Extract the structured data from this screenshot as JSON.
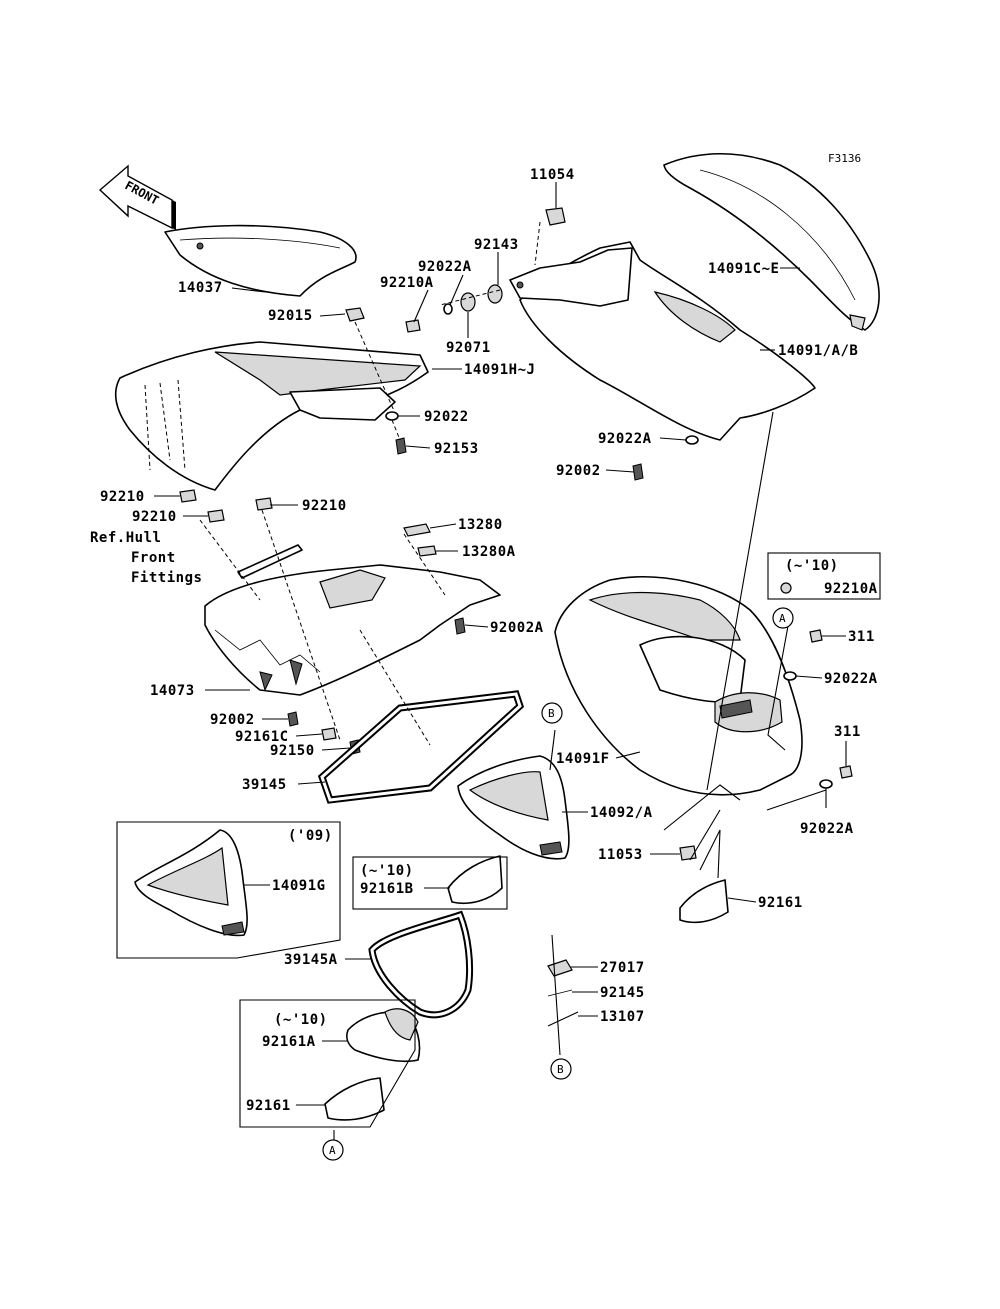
{
  "figure_code": "F3136",
  "front_arrow": "FRONT",
  "ref_note": [
    "Ref.Hull",
    "Front",
    "Fittings"
  ],
  "labels": {
    "l11054": "11054",
    "l92143": "92143",
    "l92022A_top": "92022A",
    "l92210A_top": "92210A",
    "l14091CE": "14091C~E",
    "l14037": "14037",
    "l92015": "92015",
    "l92071": "92071",
    "l14091AB": "14091/A/B",
    "l14091HJ": "14091H~J",
    "l92022_mid": "92022",
    "l92153": "92153",
    "l92022A_mid": "92022A",
    "l92002_mid": "92002",
    "l92210_a": "92210",
    "l92210_b": "92210",
    "l92210_c": "92210",
    "l13280": "13280",
    "l13280A": "13280A",
    "l92002A": "92002A",
    "l92210A_box": "92210A",
    "l311_a": "311",
    "l92022A_r1": "92022A",
    "l311_b": "311",
    "l92022A_r2": "92022A",
    "l14073": "14073",
    "l92002_low": "92002",
    "l92161C": "92161C",
    "l92150": "92150",
    "l39145": "39145",
    "l14091F": "14091F",
    "l14092A": "14092/A",
    "l11053": "11053",
    "l14091G": "14091G",
    "l92161B": "92161B",
    "l92161_r": "92161",
    "l39145A": "39145A",
    "l27017": "27017",
    "l92145": "92145",
    "l13107": "13107",
    "l92161A": "92161A",
    "l92161_bot": "92161"
  },
  "notes": {
    "box_10_top": "(~'10)",
    "box_09": "('09)",
    "box_10_mid": "(~'10)",
    "box_10_bot": "(~'10)"
  },
  "refs": {
    "A1": "A",
    "A2": "A",
    "B1": "B",
    "B2": "B"
  }
}
